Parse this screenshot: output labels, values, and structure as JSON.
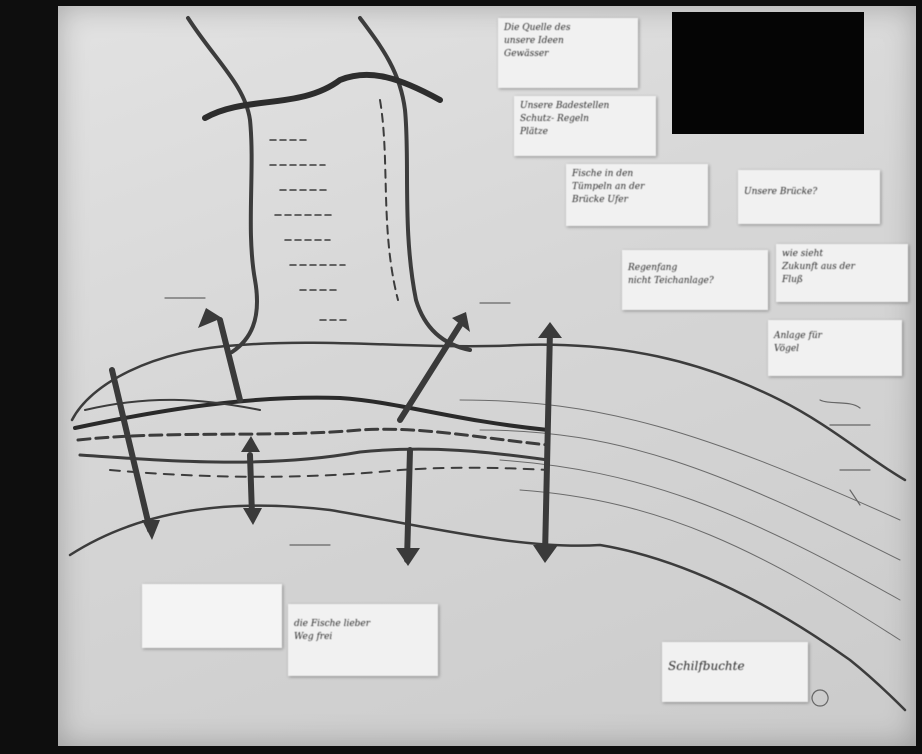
{
  "photo": {
    "subject": "",
    "palette": {
      "background": "#0e0e0e",
      "paper": "#d8d8d8",
      "ink": "#3a3a3a",
      "note": "#f1f1f1",
      "redacted": "#050505"
    }
  },
  "notes": [
    {
      "id": "note-top",
      "lines": [
        "Die Quelle des",
        "unsere Ideen",
        "Gewässer"
      ]
    },
    {
      "id": "note-middle",
      "lines": [
        "Unsere Badestellen",
        "Schutz- Regeln",
        "Plätze"
      ]
    },
    {
      "id": "note-fish",
      "lines": [
        "Fische  in den",
        "Tümpeln an der",
        "Brücke  Ufer"
      ]
    },
    {
      "id": "note-bridge",
      "lines": [
        "Unsere Brücke?"
      ]
    },
    {
      "id": "note-register",
      "lines": [
        "Regenfang",
        "nicht Teichanlage?"
      ]
    },
    {
      "id": "note-right-1",
      "lines": [
        "wie sieht",
        "Zukunft aus der",
        "Fluß"
      ]
    },
    {
      "id": "note-right-2",
      "lines": [
        "Anlage für",
        "Vögel"
      ]
    },
    {
      "id": "note-bottom-left",
      "lines": [
        ""
      ]
    },
    {
      "id": "note-bottom-center",
      "lines": [
        "die Fische lieber",
        "Weg frei"
      ]
    },
    {
      "id": "note-bottom-right",
      "lines": [
        "Schilfbuchte"
      ]
    }
  ]
}
